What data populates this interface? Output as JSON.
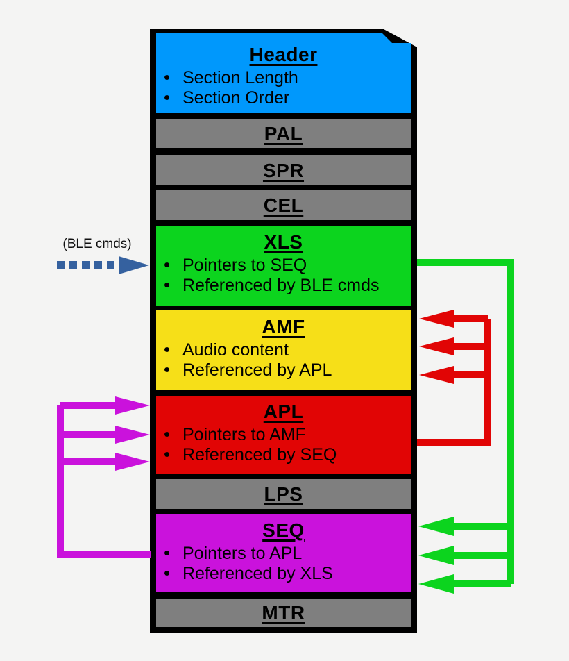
{
  "background": "#f4f4f3",
  "bullet_char": "•",
  "ble_label": "(BLE cmds)",
  "colors": {
    "frame": "#000000",
    "header_blue": "#0098fc",
    "section_gray": "#7f7f7f",
    "xls_green": "#0cd41e",
    "amf_yellow": "#f6df18",
    "apl_red": "#e10505",
    "seq_magenta": "#ca12dc",
    "ble_arrow_blue": "#35619f"
  },
  "sections": [
    {
      "id": "header",
      "title": "Header",
      "bullets": [
        "Section Length",
        "Section Order"
      ]
    },
    {
      "id": "pal",
      "title": "PAL",
      "bullets": []
    },
    {
      "id": "spr",
      "title": "SPR",
      "bullets": []
    },
    {
      "id": "cel",
      "title": "CEL",
      "bullets": []
    },
    {
      "id": "xls",
      "title": "XLS",
      "bullets": [
        "Pointers to SEQ",
        "Referenced by BLE cmds"
      ]
    },
    {
      "id": "amf",
      "title": "AMF",
      "bullets": [
        "Audio content",
        "Referenced by APL"
      ]
    },
    {
      "id": "apl",
      "title": "APL",
      "bullets": [
        "Pointers to AMF",
        "Referenced by SEQ"
      ]
    },
    {
      "id": "lps",
      "title": "LPS",
      "bullets": []
    },
    {
      "id": "seq",
      "title": "SEQ",
      "bullets": [
        "Pointers to APL",
        "Referenced by XLS"
      ]
    },
    {
      "id": "mtr",
      "title": "MTR",
      "bullets": []
    }
  ],
  "connections": [
    {
      "from": "BLE cmds",
      "to": "XLS",
      "color": "#35619f",
      "style": "dashed",
      "arrows": 1,
      "side": "left"
    },
    {
      "from": "SEQ",
      "to": "APL",
      "color": "#ca12dc",
      "style": "solid",
      "arrows": 3,
      "side": "left"
    },
    {
      "from": "APL",
      "to": "AMF",
      "color": "#e10505",
      "style": "solid",
      "arrows": 3,
      "side": "right"
    },
    {
      "from": "XLS",
      "to": "SEQ",
      "color": "#0cd41e",
      "style": "solid",
      "arrows": 3,
      "side": "right"
    }
  ]
}
